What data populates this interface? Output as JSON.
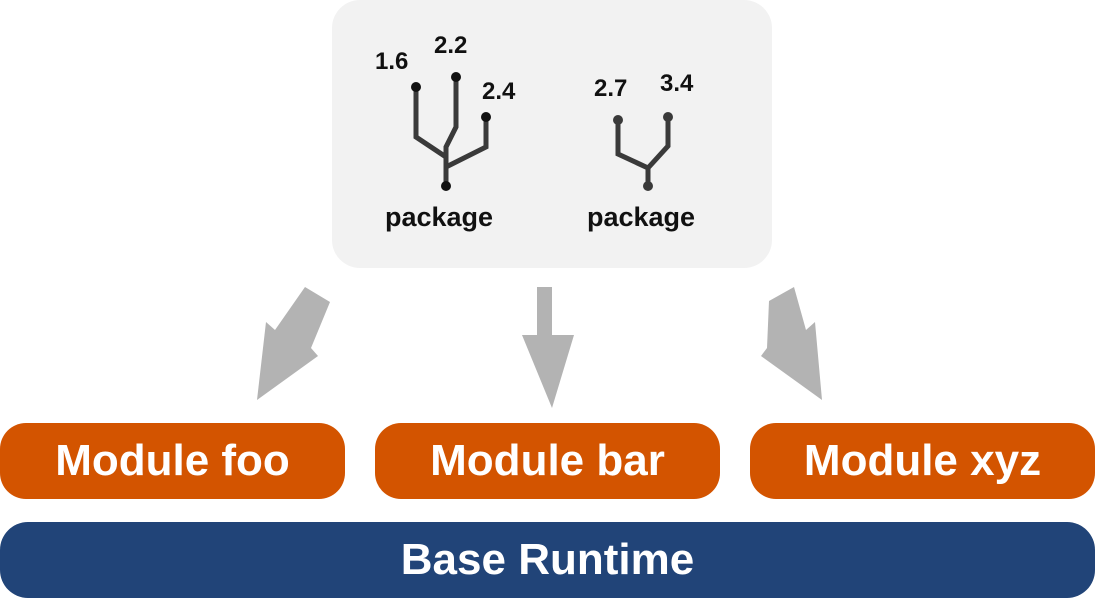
{
  "packages": [
    {
      "label": "package",
      "versions": [
        "1.6",
        "2.2",
        "2.4"
      ]
    },
    {
      "label": "package",
      "versions": [
        "2.7",
        "3.4"
      ]
    }
  ],
  "modules": [
    {
      "label": "Module foo"
    },
    {
      "label": "Module bar"
    },
    {
      "label": "Module xyz"
    }
  ],
  "base": {
    "label": "Base Runtime"
  },
  "colors": {
    "panel": "#f2f2f2",
    "tree_stroke": "#3a3a3a",
    "arrow": "#b3b3b3",
    "module": "#d35400",
    "base": "#214478",
    "text_light": "#ffffff",
    "text_dark": "#111111"
  }
}
